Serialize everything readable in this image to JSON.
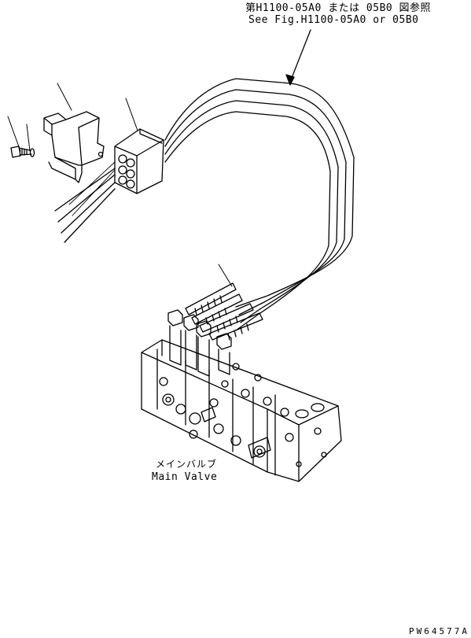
{
  "reference_note": {
    "japanese": "第H1100-05A0 または 05B0 図参照",
    "english": "See Fig.H1100-05A0 or 05B0"
  },
  "main_valve_label": {
    "japanese": "メインバルブ",
    "english": "Main Valve"
  },
  "drawing_code": "PW64577A",
  "colors": {
    "line": "#000000",
    "background": "#ffffff"
  }
}
